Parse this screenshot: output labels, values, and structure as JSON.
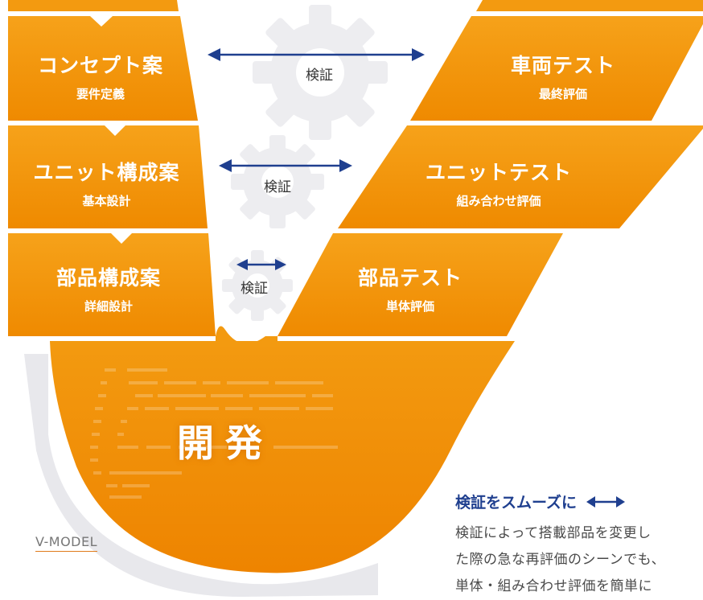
{
  "left_stages": [
    {
      "title": "コンセプト案",
      "subtitle": "要件定義"
    },
    {
      "title": "ユニット構成案",
      "subtitle": "基本設計"
    },
    {
      "title": "部品構成案",
      "subtitle": "詳細設計"
    }
  ],
  "right_stages": [
    {
      "title": "車両テスト",
      "subtitle": "最終評価"
    },
    {
      "title": "ユニットテスト",
      "subtitle": "組み合わせ評価"
    },
    {
      "title": "部品テスト",
      "subtitle": "単体評価"
    }
  ],
  "verify_labels": [
    "検証",
    "検証",
    "検証"
  ],
  "development": {
    "title": "開発"
  },
  "footer_label": "V-MODEL",
  "note": {
    "heading": "検証をスムーズに",
    "lines": [
      "検証によって搭載部品を変更し",
      "た際の急な再評価のシーンでも、",
      "単体・組み合わせ評価を簡単に"
    ]
  },
  "colors": {
    "orange": "#f08c00",
    "orange_light": "#f6a21a",
    "gear_gray": "#ededf0",
    "shadow_gray": "#dcdce0",
    "arrow_navy": "#1f3f8f"
  }
}
